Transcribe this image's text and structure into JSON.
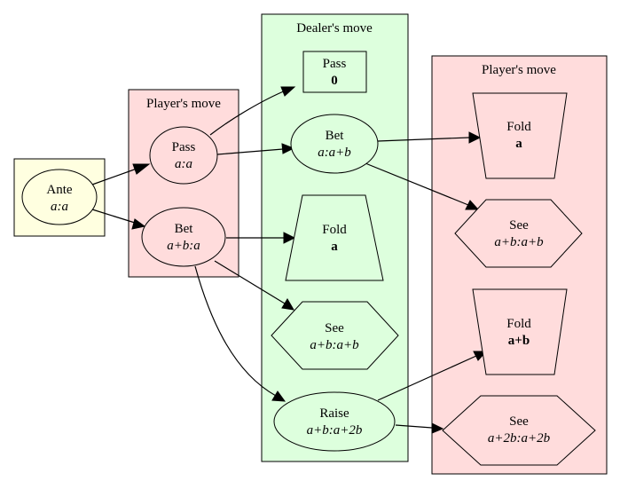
{
  "colors": {
    "ante_fill": "#ffffe0",
    "players_move_fill": "#ffdcdc",
    "dealers_move_fill": "#ddffdd",
    "node_fill": "#ffffff",
    "stroke": "#000000"
  },
  "clusters": {
    "player1": {
      "title": "Player's move"
    },
    "dealer": {
      "title": "Dealer's move"
    },
    "player2": {
      "title": "Player's move"
    }
  },
  "nodes": {
    "ante": {
      "label": "Ante",
      "value": "a:a"
    },
    "p_pass": {
      "label": "Pass",
      "value": "a:a"
    },
    "p_bet": {
      "label": "Bet",
      "value": "a+b:a"
    },
    "d_pass": {
      "label": "Pass",
      "value": "0"
    },
    "d_bet": {
      "label": "Bet",
      "value": "a:a+b"
    },
    "d_fold": {
      "label": "Fold",
      "value": "a"
    },
    "d_see": {
      "label": "See",
      "value": "a+b:a+b"
    },
    "d_raise": {
      "label": "Raise",
      "value": "a+b:a+2b"
    },
    "p2_fold_a": {
      "label": "Fold",
      "value": "a"
    },
    "p2_see": {
      "label": "See",
      "value": "a+b:a+b"
    },
    "p2_fold_ab": {
      "label": "Fold",
      "value": "a+b"
    },
    "p2_see_2b": {
      "label": "See",
      "value": "a+2b:a+2b"
    }
  },
  "edges": [
    {
      "from": "ante",
      "to": "p_pass"
    },
    {
      "from": "ante",
      "to": "p_bet"
    },
    {
      "from": "p_pass",
      "to": "d_pass"
    },
    {
      "from": "p_pass",
      "to": "d_bet"
    },
    {
      "from": "p_bet",
      "to": "d_fold"
    },
    {
      "from": "p_bet",
      "to": "d_see"
    },
    {
      "from": "p_bet",
      "to": "d_raise"
    },
    {
      "from": "d_bet",
      "to": "p2_fold_a"
    },
    {
      "from": "d_bet",
      "to": "p2_see"
    },
    {
      "from": "d_raise",
      "to": "p2_fold_ab"
    },
    {
      "from": "d_raise",
      "to": "p2_see_2b"
    }
  ]
}
